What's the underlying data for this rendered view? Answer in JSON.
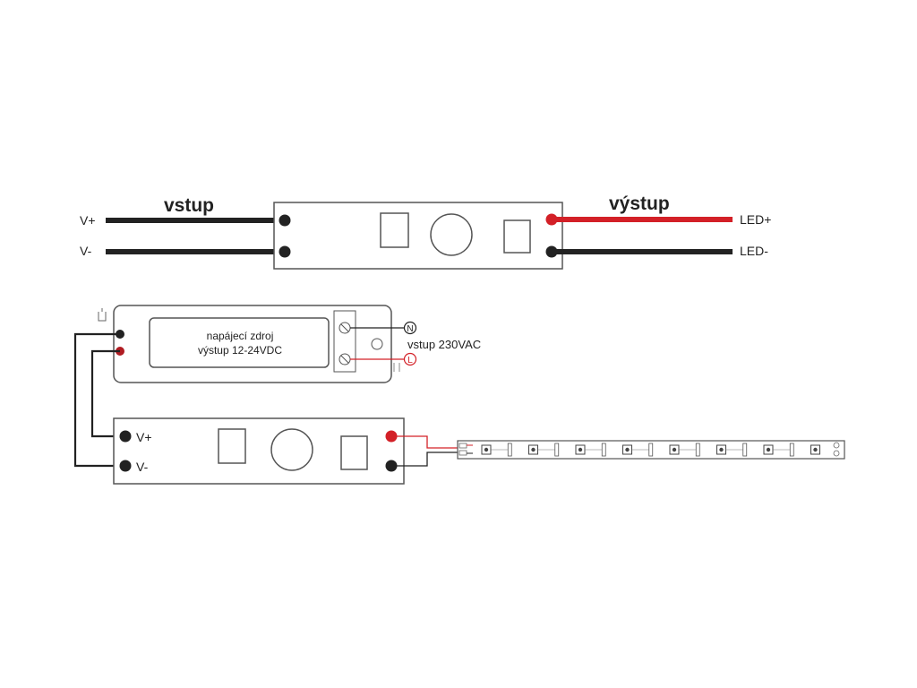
{
  "top": {
    "input_heading": "vstup",
    "output_heading": "výstup",
    "input_plus": "V+",
    "input_minus": "V-",
    "output_plus": "LED+",
    "output_minus": "LED-"
  },
  "power_supply": {
    "line1": "napájecí zdroj",
    "line2": "výstup 12-24VDC",
    "n_terminal": "N",
    "l_terminal": "L",
    "ac_label": "vstup 230VAC"
  },
  "bottom": {
    "input_plus": "V+",
    "input_minus": "V-"
  },
  "colors": {
    "wire_black": "#222222",
    "wire_red": "#d32027",
    "outline": "#555555"
  }
}
